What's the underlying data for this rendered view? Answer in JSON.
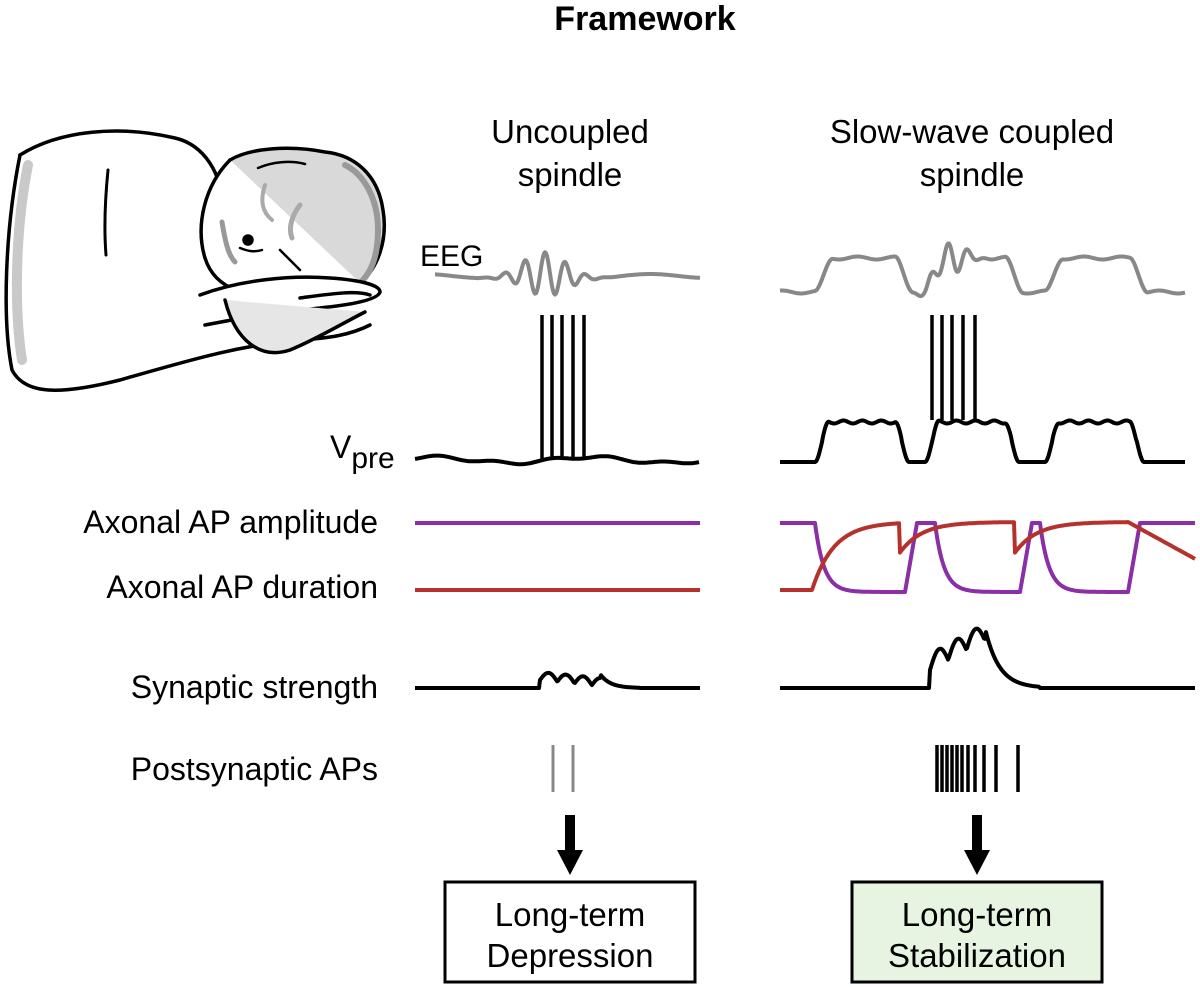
{
  "title": "Framework",
  "columns": {
    "uncoupled": {
      "header_line1": "Uncoupled",
      "header_line2": "spindle",
      "outcome_line1": "Long-term",
      "outcome_line2": "Depression"
    },
    "coupled": {
      "header_line1": "Slow-wave coupled",
      "header_line2": "spindle",
      "outcome_line1": "Long-term",
      "outcome_line2": "Stabilization"
    }
  },
  "labels": {
    "eeg": "EEG",
    "vpre_main": "V",
    "vpre_sub": "pre",
    "amplitude": "Axonal AP amplitude",
    "duration": "Axonal AP duration",
    "synaptic": "Synaptic strength",
    "postsynaptic": "Postsynaptic APs"
  },
  "colors": {
    "amplitude": "#8a2fa6",
    "duration": "#b5322c",
    "eeg": "#888888",
    "stabilization_box": "#e6f4e1"
  },
  "illustration": "sleeping-person-icon"
}
